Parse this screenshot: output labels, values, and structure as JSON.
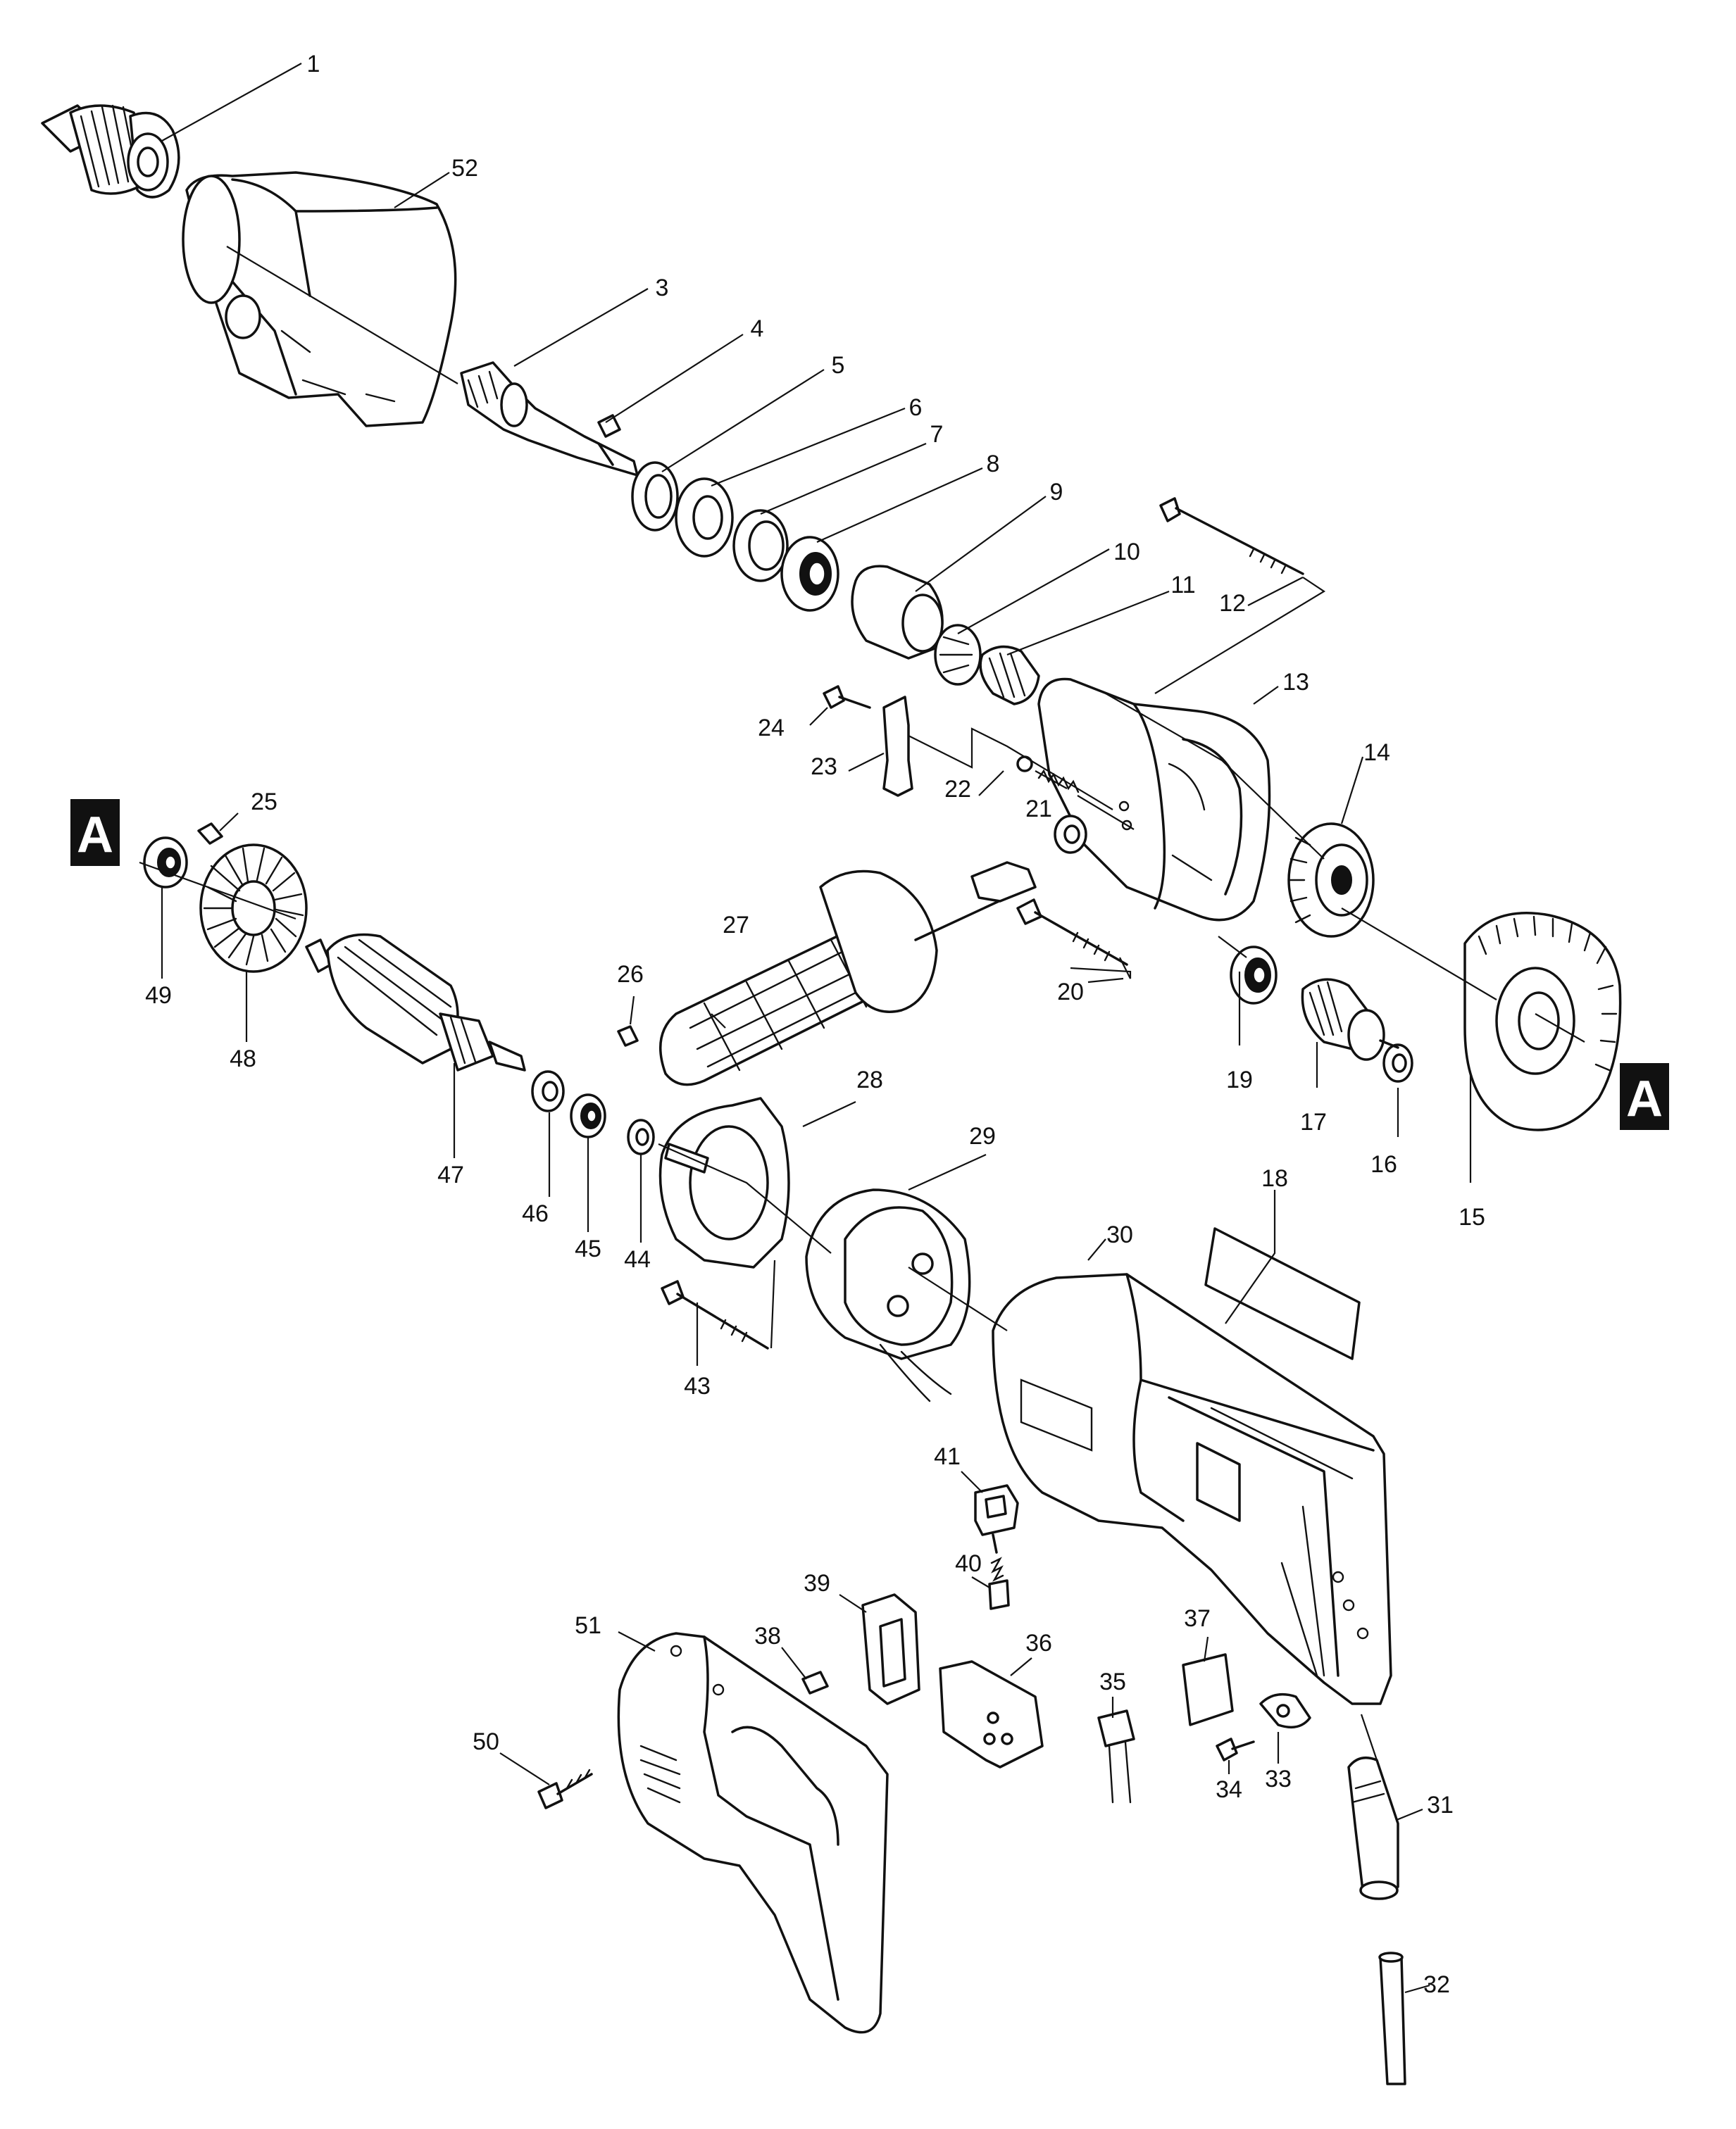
{
  "labels": {
    "p1": "1",
    "p3": "3",
    "p4": "4",
    "p5": "5",
    "p6": "6",
    "p7": "7",
    "p8": "8",
    "p9": "9",
    "p10": "10",
    "p11": "11",
    "p12": "12",
    "p13": "13",
    "p14": "14",
    "p15": "15",
    "p16": "16",
    "p17": "17",
    "p18": "18",
    "p19": "19",
    "p20": "20",
    "p21": "21",
    "p22": "22",
    "p23": "23",
    "p24": "24",
    "p25": "25",
    "p26": "26",
    "p27": "27",
    "p28": "28",
    "p29": "29",
    "p30": "30",
    "p31": "31",
    "p32": "32",
    "p33": "33",
    "p34": "34",
    "p35": "35",
    "p36": "36",
    "p37": "37",
    "p38": "38",
    "p39": "39",
    "p40": "40",
    "p41": "41",
    "p43": "43",
    "p44": "44",
    "p45": "45",
    "p46": "46",
    "p47": "47",
    "p48": "48",
    "p49": "49",
    "p50": "50",
    "p51": "51",
    "p52": "52"
  },
  "markers": {
    "left": "A",
    "right": "A"
  }
}
